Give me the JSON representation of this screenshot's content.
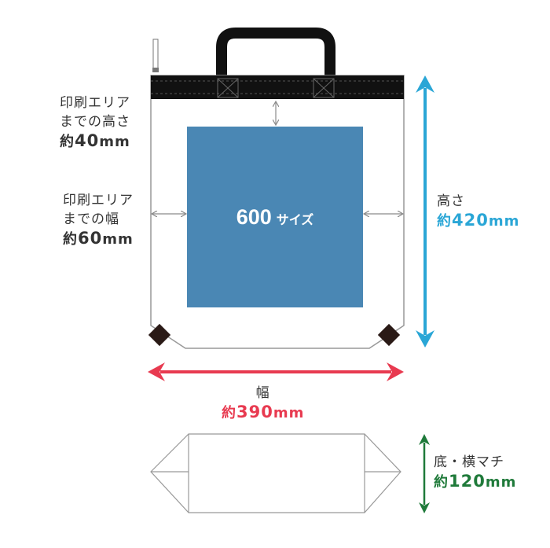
{
  "print_area": {
    "size": "600",
    "suffix": "サイズ"
  },
  "labels": {
    "print_height": {
      "line1": "印刷エリア",
      "line2": "までの高さ",
      "prefix": "約",
      "value": "40",
      "unit": "mm"
    },
    "print_width": {
      "line1": "印刷エリア",
      "line2": "までの幅",
      "prefix": "約",
      "value": "60",
      "unit": "mm"
    },
    "height": {
      "line1": "高さ",
      "prefix": "約",
      "value": "420",
      "unit": "mm"
    },
    "width": {
      "line1": "幅",
      "prefix": "約",
      "value": "390",
      "unit": "mm"
    },
    "gusset": {
      "line1": "底・横マチ",
      "prefix": "約",
      "value": "120",
      "unit": "mm"
    }
  },
  "colors": {
    "print_area_fill": "#4a87b4",
    "bag_outline": "#999999",
    "trim": "#111111",
    "corner": "#2a1a16",
    "height_arrow": "#2aa6d6",
    "width_arrow": "#e83a50",
    "gusset_arrow": "#1f7a3a",
    "guide_arrow": "#8a8a8a"
  }
}
